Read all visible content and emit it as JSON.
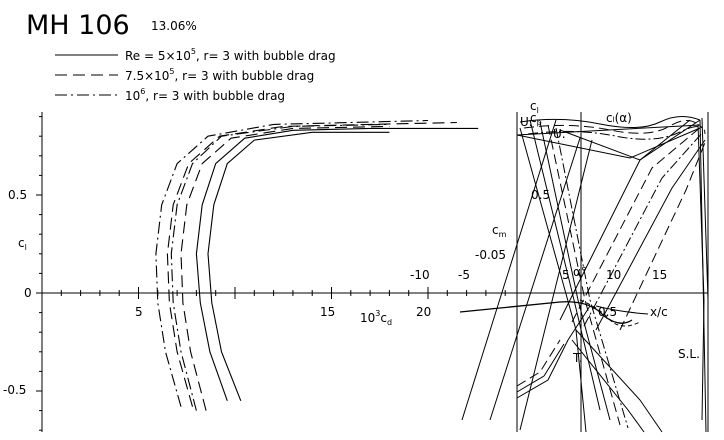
{
  "chart_data": {
    "type": "line",
    "title": "MH 106",
    "subtitle": "13.06%",
    "legend": {
      "placement": "top-left",
      "entries": [
        {
          "label": "Re = 5×10",
          "sup": "5",
          "rest": ", r= 3 with bubble drag",
          "dash": "solid"
        },
        {
          "label": "7.5×10",
          "sup": "5",
          "rest": ", r= 3 with bubble drag",
          "dash": "dashed"
        },
        {
          "label": "10",
          "sup": "6",
          "rest": ", r= 3 with bubble drag",
          "dash": "dashdot"
        }
      ]
    },
    "polar_plot": {
      "xlabel_base": "10",
      "xlabel_sup": "3",
      "xlabel_var": "c",
      "xlabel_sub": "d",
      "ylabel_var": "c",
      "ylabel_sub": "l",
      "xlim": [
        0,
        25
      ],
      "ylim": [
        -0.7,
        0.95
      ],
      "x_ticks": [
        "5",
        "15",
        "20"
      ],
      "y_ticks": [
        "0.5",
        "0",
        "-0.5"
      ],
      "series": [
        {
          "dash": "solid",
          "points": [
            [
              9.6,
              -0.55
            ],
            [
              8.7,
              -0.3
            ],
            [
              8.2,
              -0.05
            ],
            [
              8.0,
              0.2
            ],
            [
              8.3,
              0.45
            ],
            [
              9.0,
              0.66
            ],
            [
              10.5,
              0.79
            ],
            [
              13,
              0.83
            ],
            [
              17,
              0.84
            ],
            [
              20,
              0.84
            ],
            [
              22.6,
              0.84
            ]
          ]
        },
        {
          "dash": "solid",
          "points": [
            [
              10.3,
              -0.55
            ],
            [
              9.3,
              -0.3
            ],
            [
              8.8,
              -0.05
            ],
            [
              8.6,
              0.2
            ],
            [
              8.9,
              0.45
            ],
            [
              9.6,
              0.66
            ],
            [
              11,
              0.78
            ],
            [
              14,
              0.82
            ],
            [
              18,
              0.82
            ]
          ]
        },
        {
          "dash": "dashed",
          "points": [
            [
              7.8,
              -0.58
            ],
            [
              7.0,
              -0.3
            ],
            [
              6.6,
              -0.05
            ],
            [
              6.5,
              0.2
            ],
            [
              6.8,
              0.45
            ],
            [
              7.6,
              0.66
            ],
            [
              9.2,
              0.8
            ],
            [
              12.5,
              0.85
            ],
            [
              17,
              0.86
            ],
            [
              21.5,
              0.87
            ]
          ]
        },
        {
          "dash": "dashed",
          "points": [
            [
              8.5,
              -0.6
            ],
            [
              7.7,
              -0.3
            ],
            [
              7.3,
              -0.05
            ],
            [
              7.2,
              0.2
            ],
            [
              7.5,
              0.45
            ],
            [
              8.3,
              0.66
            ],
            [
              9.8,
              0.79
            ],
            [
              13,
              0.84
            ],
            [
              18,
              0.85
            ]
          ]
        },
        {
          "dash": "dashdot",
          "points": [
            [
              7.2,
              -0.58
            ],
            [
              6.4,
              -0.3
            ],
            [
              6.0,
              -0.05
            ],
            [
              5.9,
              0.2
            ],
            [
              6.2,
              0.45
            ],
            [
              7.0,
              0.66
            ],
            [
              8.6,
              0.8
            ],
            [
              12,
              0.86
            ],
            [
              16,
              0.87
            ],
            [
              20,
              0.88
            ]
          ]
        },
        {
          "dash": "dashdot",
          "points": [
            [
              8.0,
              -0.6
            ],
            [
              7.2,
              -0.3
            ],
            [
              6.8,
              -0.05
            ],
            [
              6.7,
              0.2
            ],
            [
              7.0,
              0.45
            ],
            [
              7.8,
              0.66
            ],
            [
              9.3,
              0.8
            ],
            [
              13,
              0.85
            ],
            [
              18,
              0.86
            ]
          ]
        }
      ]
    },
    "alpha_plot": {
      "xlabel": "α°",
      "ylabel_var": "c",
      "ylabel_sub": "l",
      "cm_label_var": "c",
      "cm_label_sub": "m",
      "x_ticks": [
        "-10",
        "-5",
        "5",
        "10",
        "15"
      ],
      "cm_ticks": [
        "-0.05"
      ],
      "cl_ticks": [
        "0.5"
      ],
      "annotations": [
        "cₗ(α)",
        "U.",
        "U.",
        "T."
      ]
    },
    "pressure_plot": {
      "ylabel_var": "c",
      "ylabel_sub": "p",
      "x_ticks": [
        "0.5"
      ],
      "xlabel": "x/c",
      "annotation": "S.L."
    }
  }
}
